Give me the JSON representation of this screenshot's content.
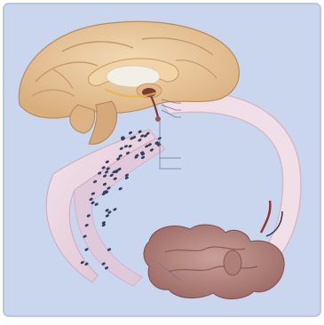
{
  "diagram": {
    "colors": {
      "background_panel": "#c9d6ee",
      "brain": "#e9c79a",
      "brain_shadow": "#caa276",
      "ventricle": "#f2efe6",
      "pathway": "#f1dfe7",
      "pathway_edge": "#d7b8c8",
      "ribbon": "#e9d2e0",
      "dots": "#34405e",
      "gland": "#b98a84",
      "gland_dark": "#8e5a55",
      "callout_line": "#6b7690",
      "blood_vessel": "#9a2e2a"
    },
    "labels": [
      {
        "id": "callout-1",
        "text": ""
      },
      {
        "id": "callout-2",
        "text": ""
      },
      {
        "id": "callout-3",
        "text": ""
      },
      {
        "id": "callout-4",
        "text": ""
      },
      {
        "id": "callout-5",
        "text": ""
      },
      {
        "id": "ribbon-label",
        "text": ""
      },
      {
        "id": "gland-label",
        "text": ""
      }
    ]
  }
}
